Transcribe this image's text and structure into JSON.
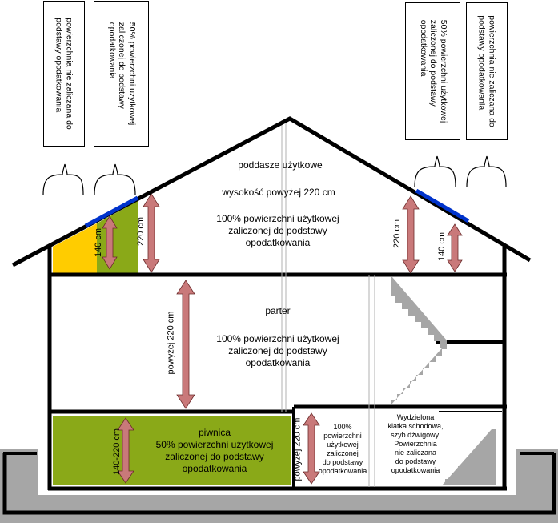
{
  "annotation_boxes": {
    "left_outer": [
      "powierzchnia nie zaliczana do",
      "podstawy opodatkowania"
    ],
    "left_inner": [
      "50% powierzchni użytkowej",
      "zaliczonej do podstawy",
      "opodatkowania"
    ],
    "right_inner": [
      "50% powierzchni użytkowej",
      "zaliczonej do podstawy",
      "opodatkowania"
    ],
    "right_outer": [
      "powierzchnia nie zaliczana do",
      "podstawy opodatkowania"
    ]
  },
  "attic": {
    "title": "poddasze użytkowe",
    "height_text": "wysokość powyżej 220 cm",
    "desc": [
      "100% powierzchni użytkowej",
      "zaliczonej do podstawy",
      "opodatkowania"
    ],
    "dim_140_left": "140 cm",
    "dim_220_left": "220 cm",
    "dim_220_right": "220 cm",
    "dim_140_right": "140 cm"
  },
  "ground_floor": {
    "title": "parter",
    "desc": [
      "100% powierzchni użytkowej",
      "zaliczonej do podstawy",
      "opodatkowania"
    ],
    "dim": "powyżej 220 cm"
  },
  "basement": {
    "title": "piwnica",
    "desc": [
      "50% powierzchni użytkowej",
      "zaliczonej do podstawy",
      "opodatkowania"
    ],
    "dim": "140-220 cm"
  },
  "basement_room": {
    "dim": "powyżej 220 cm",
    "desc": [
      "100%",
      "powierzchni",
      "użytkowej",
      "zaliczonej",
      "do podstawy",
      "opodatkowania"
    ]
  },
  "stair_shaft": {
    "desc": [
      "Wydzielona",
      "klatka schodowa,",
      "szyb dźwigowy.",
      "Powierzchnia",
      "nie zaliczana",
      "do podstawy",
      "opodatkowania"
    ]
  },
  "colors": {
    "yellow": "#ffcc00",
    "green": "#8aa918",
    "arrow": "#c9797a",
    "ground": "#a6a6a6",
    "blue_band": "#0033cc"
  }
}
